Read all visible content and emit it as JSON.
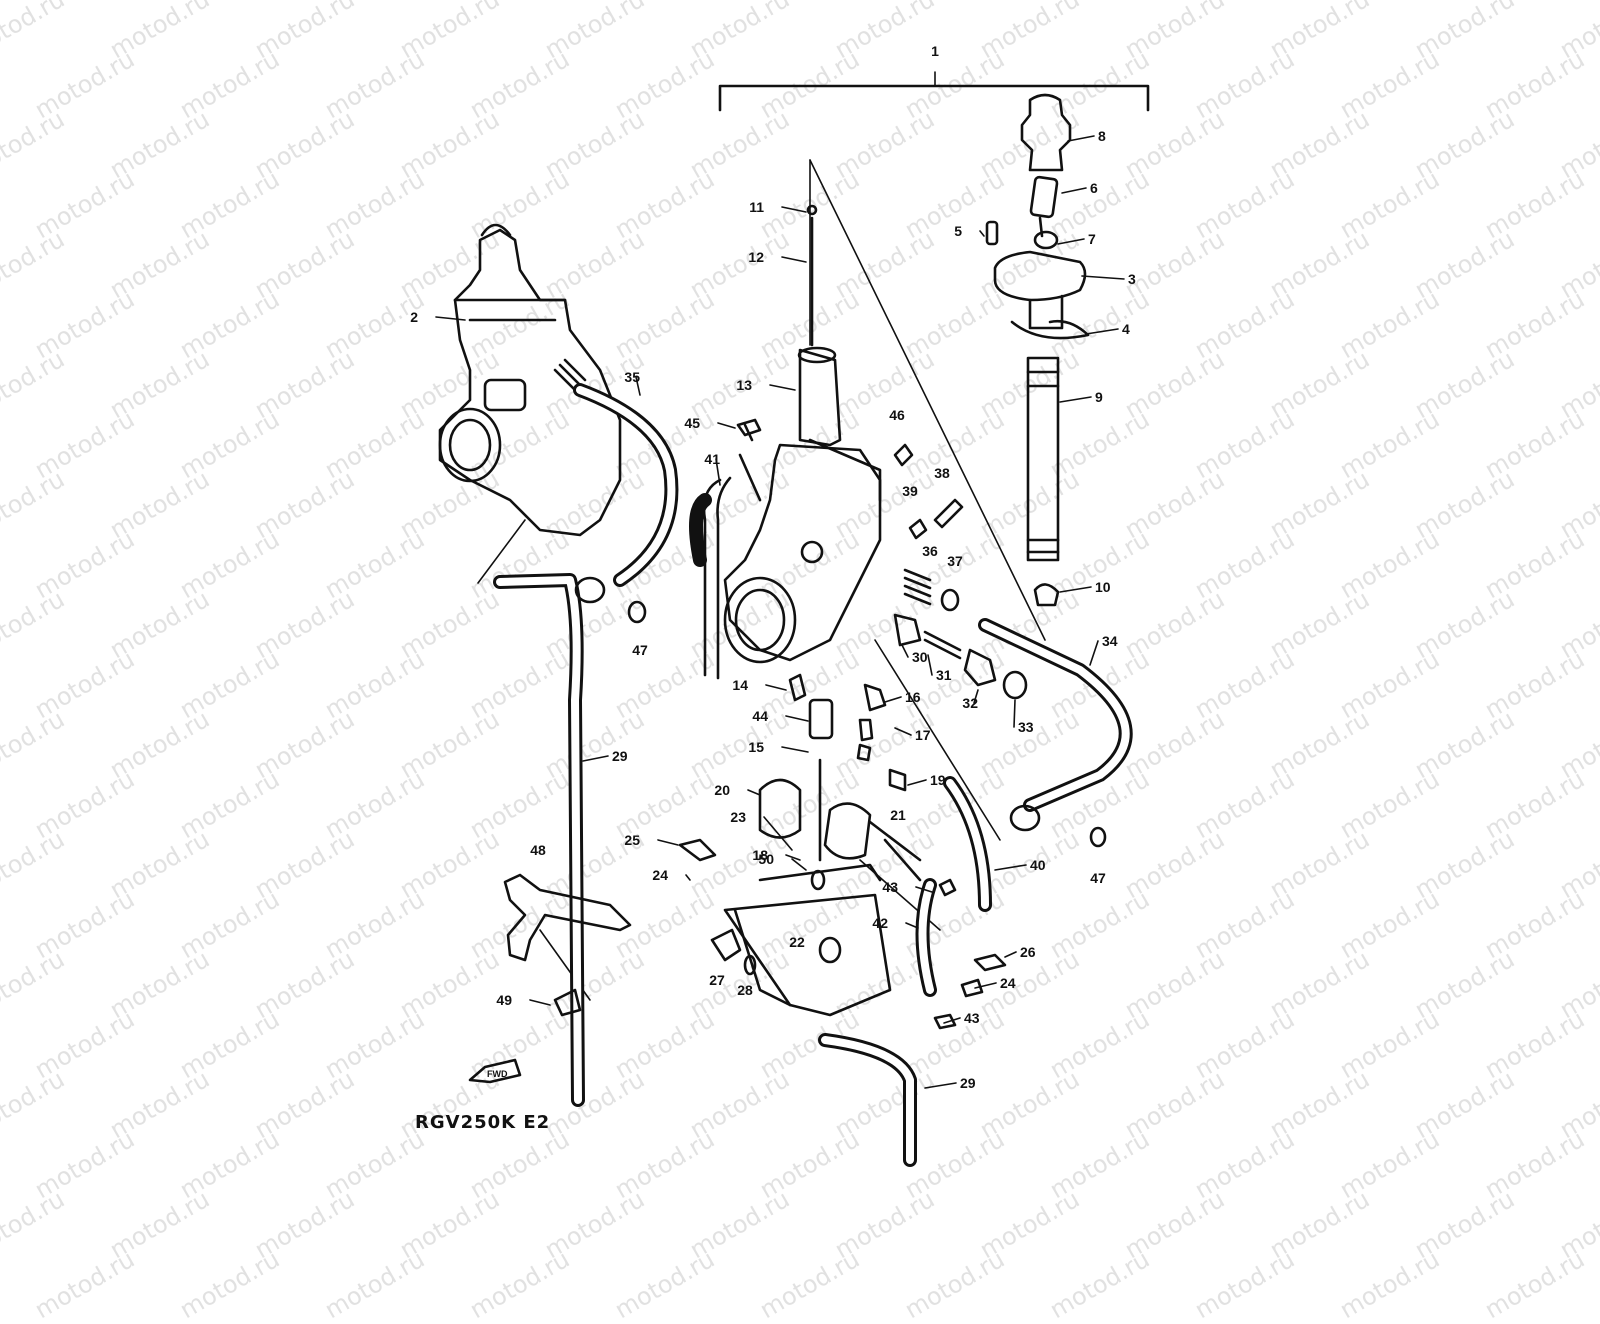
{
  "watermark": "motod.ru",
  "model_code": "RGV250K E2",
  "callouts": [
    {
      "id": "1",
      "label": "1"
    },
    {
      "id": "2",
      "label": "2"
    },
    {
      "id": "3",
      "label": "3"
    },
    {
      "id": "4",
      "label": "4"
    },
    {
      "id": "5",
      "label": "5"
    },
    {
      "id": "6",
      "label": "6"
    },
    {
      "id": "7",
      "label": "7"
    },
    {
      "id": "8",
      "label": "8"
    },
    {
      "id": "9",
      "label": "9"
    },
    {
      "id": "10",
      "label": "10"
    },
    {
      "id": "11",
      "label": "11"
    },
    {
      "id": "12",
      "label": "12"
    },
    {
      "id": "13",
      "label": "13"
    },
    {
      "id": "14",
      "label": "14"
    },
    {
      "id": "15",
      "label": "15"
    },
    {
      "id": "16",
      "label": "16"
    },
    {
      "id": "17",
      "label": "17"
    },
    {
      "id": "18a",
      "label": "18"
    },
    {
      "id": "19",
      "label": "19"
    },
    {
      "id": "20",
      "label": "20"
    },
    {
      "id": "21",
      "label": "21"
    },
    {
      "id": "22",
      "label": "22"
    },
    {
      "id": "23",
      "label": "23"
    },
    {
      "id": "24a",
      "label": "24"
    },
    {
      "id": "24b",
      "label": "24"
    },
    {
      "id": "25",
      "label": "25"
    },
    {
      "id": "26",
      "label": "26"
    },
    {
      "id": "27",
      "label": "27"
    },
    {
      "id": "28",
      "label": "28"
    },
    {
      "id": "29a",
      "label": "29"
    },
    {
      "id": "29b",
      "label": "29"
    },
    {
      "id": "30",
      "label": "30"
    },
    {
      "id": "31",
      "label": "31"
    },
    {
      "id": "32",
      "label": "32"
    },
    {
      "id": "33",
      "label": "33"
    },
    {
      "id": "34",
      "label": "34"
    },
    {
      "id": "35",
      "label": "35"
    },
    {
      "id": "36",
      "label": "36"
    },
    {
      "id": "37",
      "label": "37"
    },
    {
      "id": "38",
      "label": "38"
    },
    {
      "id": "39",
      "label": "39"
    },
    {
      "id": "40",
      "label": "40"
    },
    {
      "id": "41",
      "label": "41"
    },
    {
      "id": "42",
      "label": "42"
    },
    {
      "id": "43a",
      "label": "43"
    },
    {
      "id": "43b",
      "label": "43"
    },
    {
      "id": "44",
      "label": "44"
    },
    {
      "id": "45",
      "label": "45"
    },
    {
      "id": "46",
      "label": "46"
    },
    {
      "id": "47a",
      "label": "47"
    },
    {
      "id": "47b",
      "label": "47"
    },
    {
      "id": "48",
      "label": "48"
    },
    {
      "id": "49",
      "label": "49"
    },
    {
      "id": "50",
      "label": "50"
    }
  ],
  "fwd_label": "FWD"
}
